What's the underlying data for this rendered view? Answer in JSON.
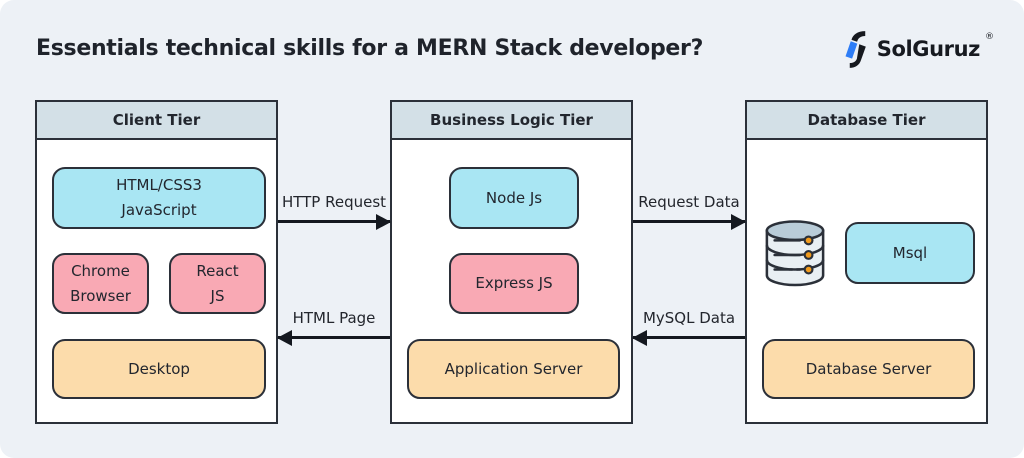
{
  "title": "Essentials technical skills for a MERN Stack developer?",
  "logo": {
    "name": "SolGuruz",
    "registered": "®"
  },
  "colors": {
    "background": "#edf1f6",
    "panel_header": "#d3e0e7",
    "panel_body": "#ffffff",
    "border": "#2b3039",
    "cyan": "#a9e6f3",
    "pink": "#f9a9b4",
    "peach": "#fcdcab",
    "arrow": "#14181f",
    "logo_blue": "#2e7df6",
    "logo_black": "#16191f",
    "db_dot_orange": "#f29b1d"
  },
  "tiers": [
    {
      "title": "Client Tier",
      "boxes": [
        {
          "lines": [
            "HTML/CSS3",
            "JavaScript"
          ],
          "color": "cyan"
        },
        {
          "lines": [
            "Chrome",
            "Browser"
          ],
          "color": "pink"
        },
        {
          "lines": [
            "React",
            "JS"
          ],
          "color": "pink"
        },
        {
          "lines": [
            "Desktop"
          ],
          "color": "peach"
        }
      ]
    },
    {
      "title": "Business Logic Tier",
      "boxes": [
        {
          "lines": [
            "Node Js"
          ],
          "color": "cyan"
        },
        {
          "lines": [
            "Express JS"
          ],
          "color": "pink"
        },
        {
          "lines": [
            "Application Server"
          ],
          "color": "peach"
        }
      ]
    },
    {
      "title": "Database Tier",
      "icon": "database-cylinder-icon",
      "boxes": [
        {
          "lines": [
            "Msql"
          ],
          "color": "cyan"
        },
        {
          "lines": [
            "Database Server"
          ],
          "color": "peach"
        }
      ]
    }
  ],
  "arrows": [
    {
      "label": "HTTP Request",
      "direction": "right",
      "from": "Client Tier",
      "to": "Business Logic Tier"
    },
    {
      "label": "HTML Page",
      "direction": "left",
      "from": "Business Logic Tier",
      "to": "Client Tier"
    },
    {
      "label": "Request Data",
      "direction": "right",
      "from": "Business Logic Tier",
      "to": "Database Tier"
    },
    {
      "label": "MySQL Data",
      "direction": "left",
      "from": "Database Tier",
      "to": "Business Logic Tier"
    }
  ]
}
